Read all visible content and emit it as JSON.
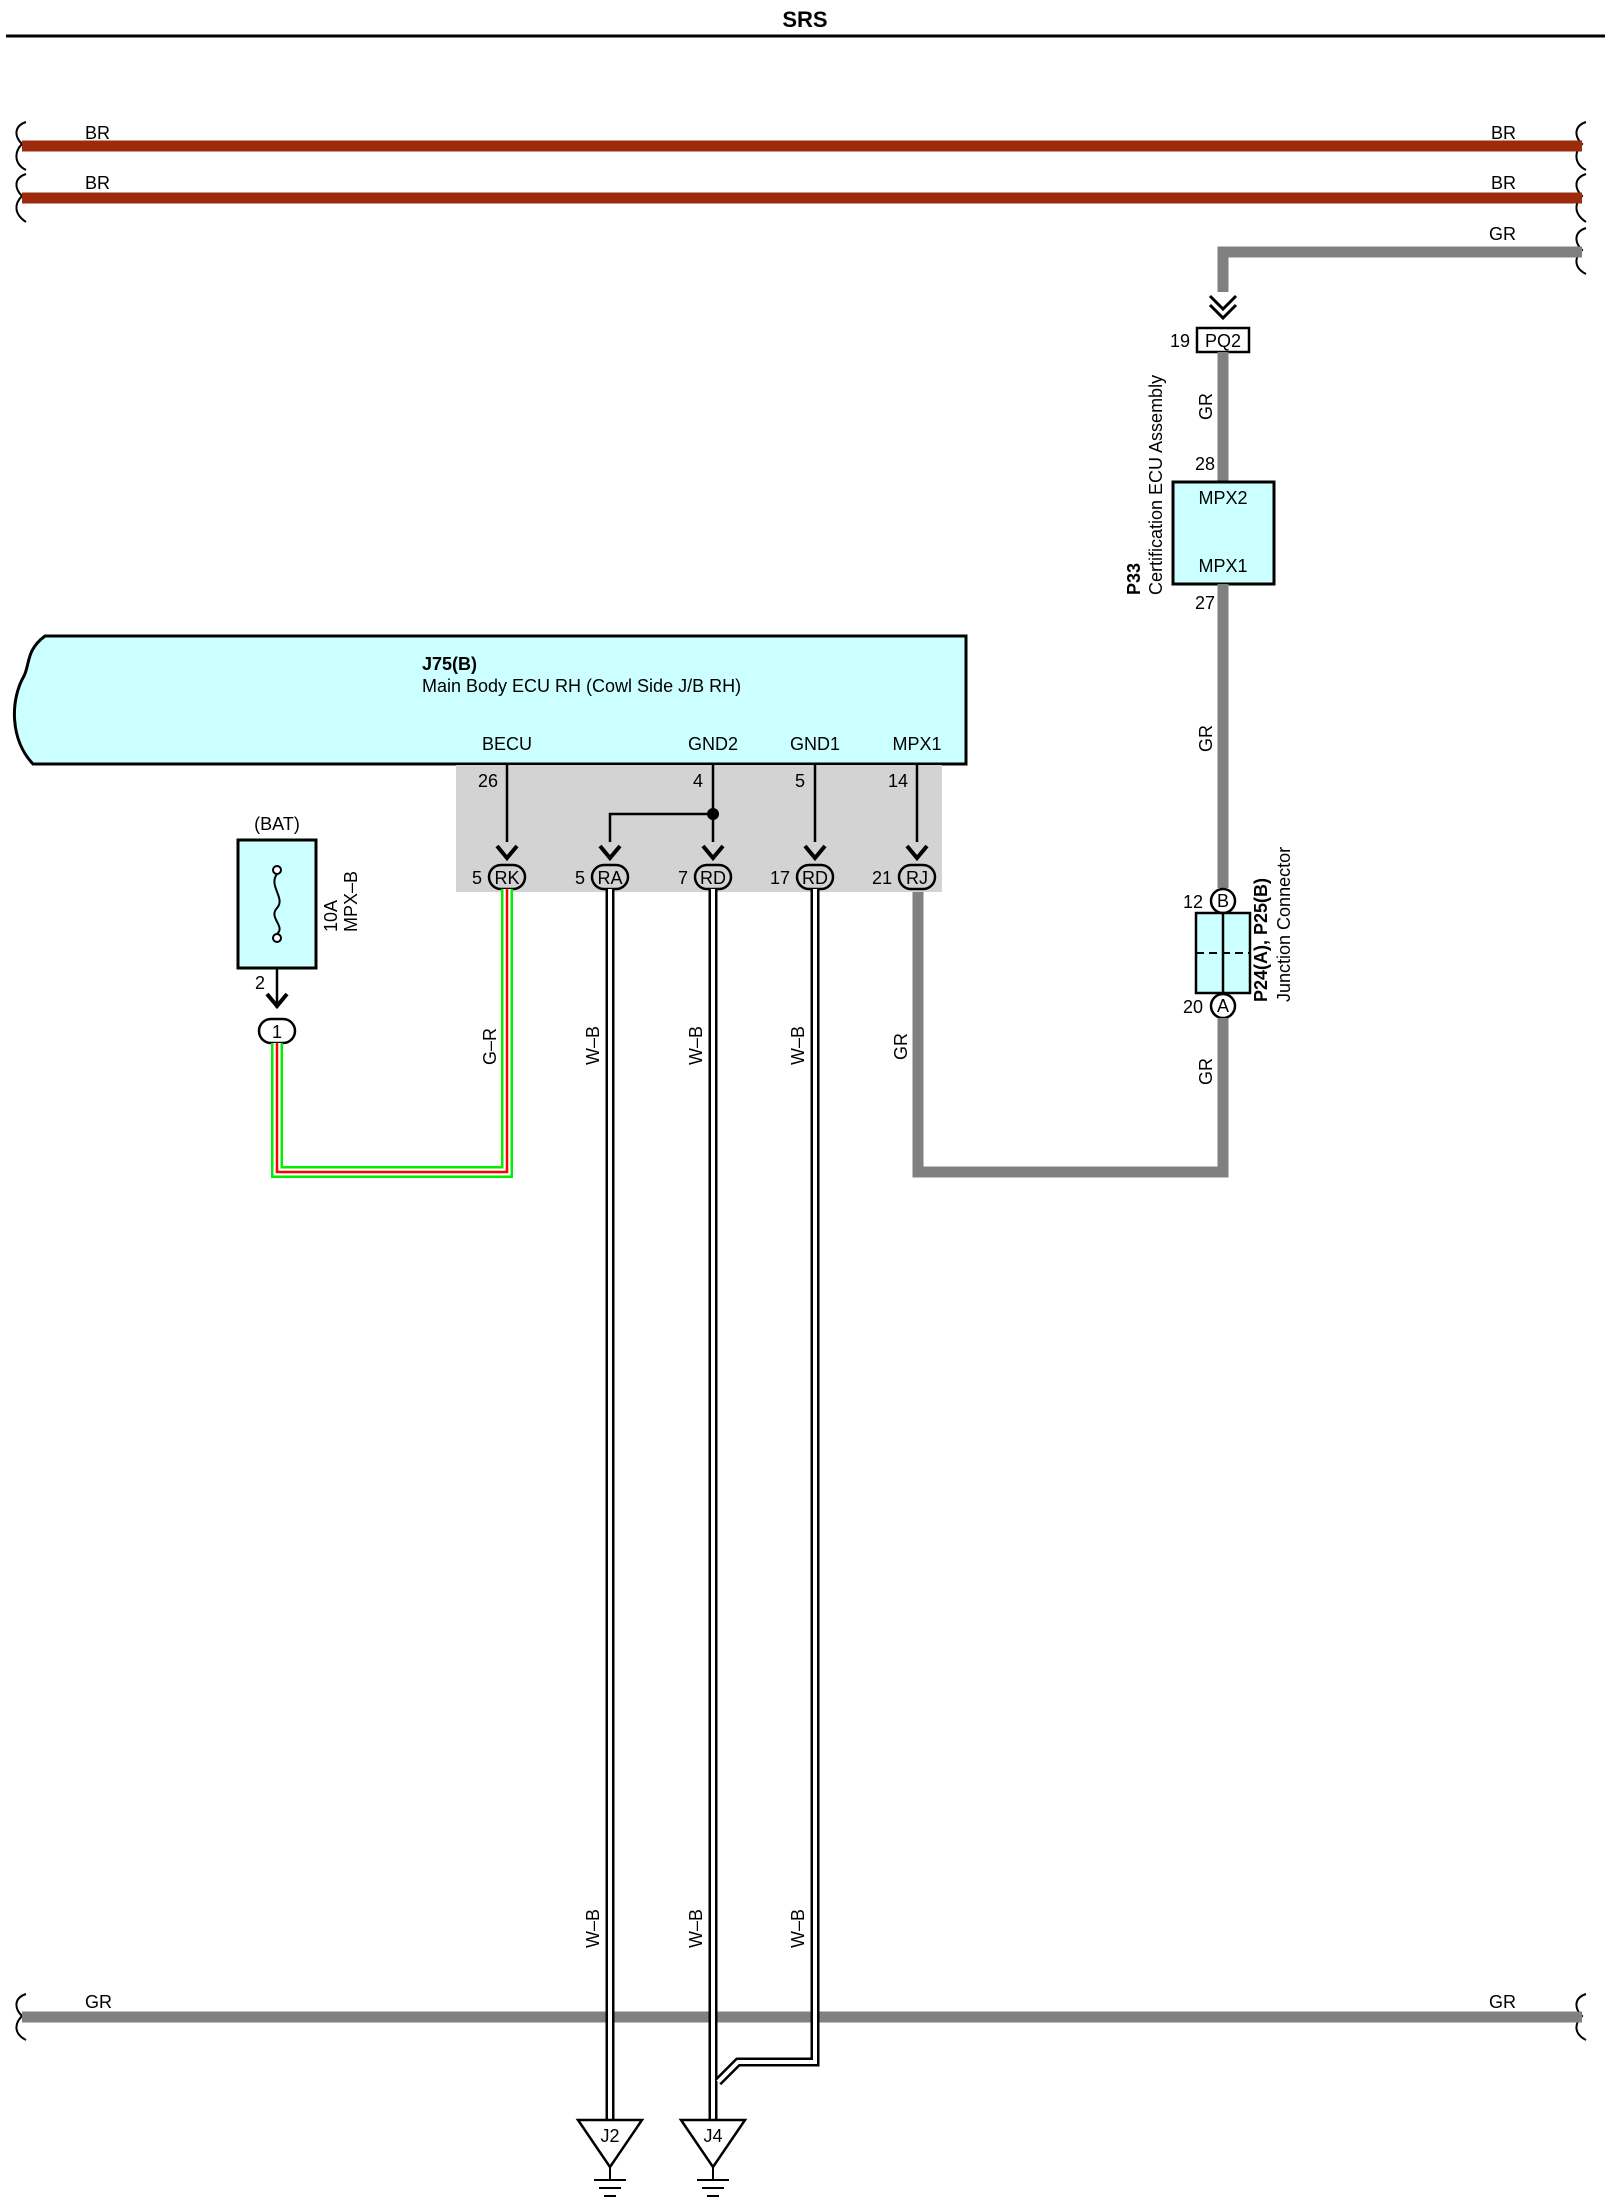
{
  "page": {
    "title": "SRS"
  },
  "bus_lines": [
    {
      "id": "br1",
      "color_code": "BR",
      "hex": "#9c2a0c"
    },
    {
      "id": "br2",
      "color_code": "BR",
      "hex": "#9c2a0c"
    },
    {
      "id": "gr_top",
      "color_code": "GR",
      "hex": "#808080"
    },
    {
      "id": "gr_bottom",
      "color_code": "GR",
      "hex": "#808080"
    }
  ],
  "main_ecu": {
    "connector": "J75(B)",
    "name": "Main Body ECU RH (Cowl Side J/B RH)",
    "fill": "#ccffff",
    "terminals": [
      {
        "name": "BECU",
        "pin": "26"
      },
      {
        "name": "GND2",
        "pin": "4"
      },
      {
        "name": "GND1",
        "pin": "5"
      },
      {
        "name": "MPX1",
        "pin": "14"
      }
    ]
  },
  "jb_connectors": [
    {
      "pin": "5",
      "code": "RK"
    },
    {
      "pin": "5",
      "code": "RA"
    },
    {
      "pin": "7",
      "code": "RD"
    },
    {
      "pin": "17",
      "code": "RD"
    },
    {
      "pin": "21",
      "code": "RJ"
    }
  ],
  "fuse": {
    "source": "(BAT)",
    "rating": "10A",
    "name": "MPX–B",
    "pin": "2",
    "connector": "1"
  },
  "cert_ecu": {
    "connector": "P33",
    "name": "Certification ECU Assembly",
    "top_pin": "28",
    "bottom_pin": "27",
    "terminals": [
      "MPX2",
      "MPX1"
    ],
    "in_connector": {
      "pin": "19",
      "code": "PQ2"
    }
  },
  "junction": {
    "connector": "P24(A), P25(B)",
    "name": "Junction Connector",
    "top": {
      "pin": "12",
      "letter": "B"
    },
    "bottom": {
      "pin": "20",
      "letter": "A"
    }
  },
  "wires": {
    "g_r": "G–R",
    "w_b": "W–B",
    "gr": "GR"
  },
  "grounds": [
    "J2",
    "J4"
  ]
}
